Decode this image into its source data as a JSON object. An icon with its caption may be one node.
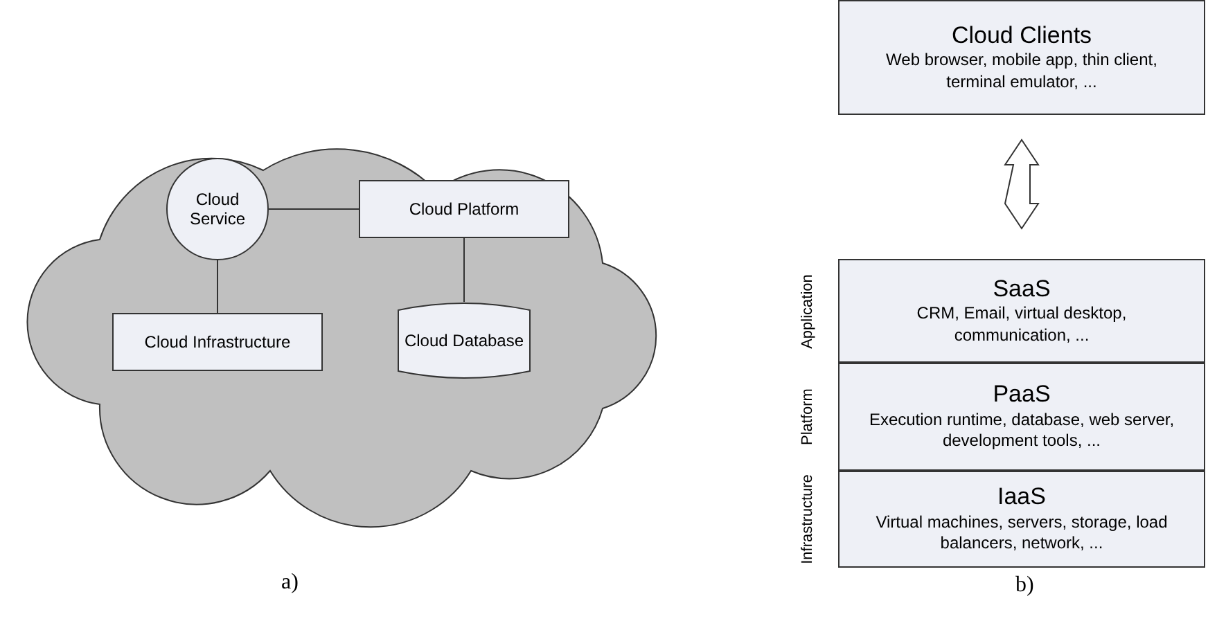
{
  "diagram": {
    "nodes": [
      {
        "text": [],
        "shape": "cloud"
      },
      {
        "text": [
          "Cloud Service"
        ],
        "in": 0
      },
      {
        "text": [
          "Cloud Platform"
        ],
        "in": 0
      },
      {
        "text": [
          "Cloud Infrastructure"
        ],
        "in": 0
      },
      {
        "text": [
          "Cloud Database"
        ],
        "in": 0
      },
      {
        "text": [
          "Cloud Clients",
          "Web browser, mobile app, thin client, terminal emulator, ..."
        ]
      },
      {
        "text": [
          "SaaS",
          "CRM, Email, virtual desktop, communication, ..."
        ],
        "beside": [
          "Application"
        ]
      },
      {
        "text": [
          "PaaS",
          "Execution runtime, database, web server, development tools, ..."
        ],
        "beside": [
          "Platform"
        ]
      },
      {
        "text": [
          "IaaS",
          "Virtual machines, servers, storage, load balancers, network, ..."
        ],
        "beside": [
          "Infrastructure"
        ]
      }
    ],
    "edges": [
      {
        "from": 1,
        "to": 2,
        "arrow": "none"
      },
      {
        "from": 1,
        "to": 3,
        "arrow": "none"
      },
      {
        "from": 2,
        "to": 4,
        "arrow": "none"
      },
      {
        "from": 5,
        "to": 6,
        "arrow": "both"
      }
    ],
    "labels": [
      "a)",
      "b)"
    ]
  }
}
